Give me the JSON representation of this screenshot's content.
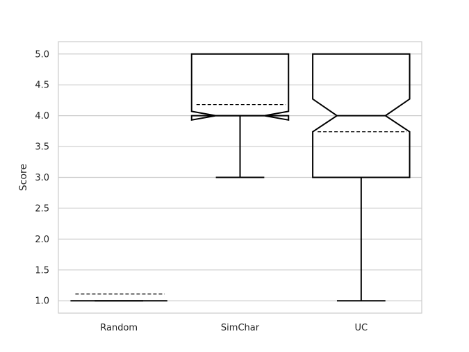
{
  "chart_data": {
    "type": "box",
    "notched": true,
    "xlabel": "",
    "ylabel": "Score",
    "ylim": [
      0.8,
      5.2
    ],
    "yticks": [
      1.0,
      1.5,
      2.0,
      2.5,
      3.0,
      3.5,
      4.0,
      4.5,
      5.0
    ],
    "ytick_labels": [
      "1.0",
      "1.5",
      "2.0",
      "2.5",
      "3.0",
      "3.5",
      "4.0",
      "4.5",
      "5.0"
    ],
    "grid": true,
    "categories": [
      "Random",
      "SimChar",
      "UC"
    ],
    "boxes": [
      {
        "category": "Random",
        "whislo": 1.0,
        "q1": 1.0,
        "med": 1.0,
        "q3": 1.0,
        "whishi": 1.0,
        "mean": 1.11,
        "notch_lo": 1.0,
        "notch_hi": 1.0
      },
      {
        "category": "SimChar",
        "whislo": 3.0,
        "q1": 4.0,
        "med": 4.0,
        "q3": 5.0,
        "whishi": 5.0,
        "mean": 4.18,
        "notch_lo": 3.93,
        "notch_hi": 4.07
      },
      {
        "category": "UC",
        "whislo": 1.0,
        "q1": 3.0,
        "med": 4.0,
        "q3": 5.0,
        "whishi": 5.0,
        "mean": 3.74,
        "notch_lo": 3.74,
        "notch_hi": 4.27
      }
    ]
  }
}
